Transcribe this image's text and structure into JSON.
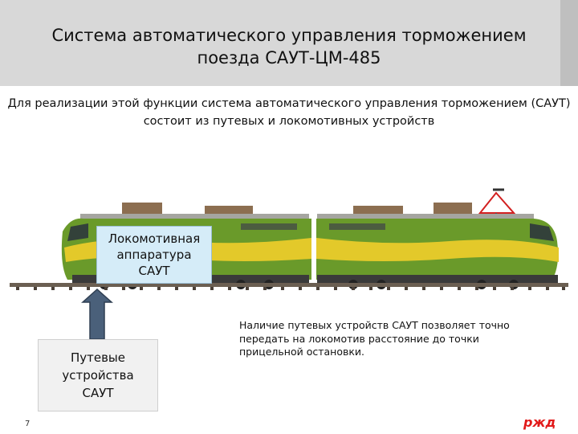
{
  "header": {
    "title": "Система автоматического управления торможением\nпоезда  САУТ-ЦМ-485"
  },
  "subtitle": "Для реализации этой функции система автоматического управления торможением (САУТ) состоит из путевых и локомотивных устройств",
  "locomotive_box": {
    "lines": [
      "Локомотивная",
      "аппаратура",
      "САУТ"
    ]
  },
  "track_box": {
    "lines": [
      "Путевые",
      "устройства",
      "САУТ"
    ]
  },
  "note": "Наличие путевых устройств САУТ позволяет точно передать на локомотив расстояние до точки прицельной остановки.",
  "page_number": "7",
  "logo": {
    "text": "ржд",
    "color": "#e21a1a"
  },
  "colors": {
    "train_green": "#6a9a2a",
    "train_yellow": "#e3c92a",
    "roof_gray": "#9a9a96",
    "arrow_fill": "#4a607a"
  }
}
